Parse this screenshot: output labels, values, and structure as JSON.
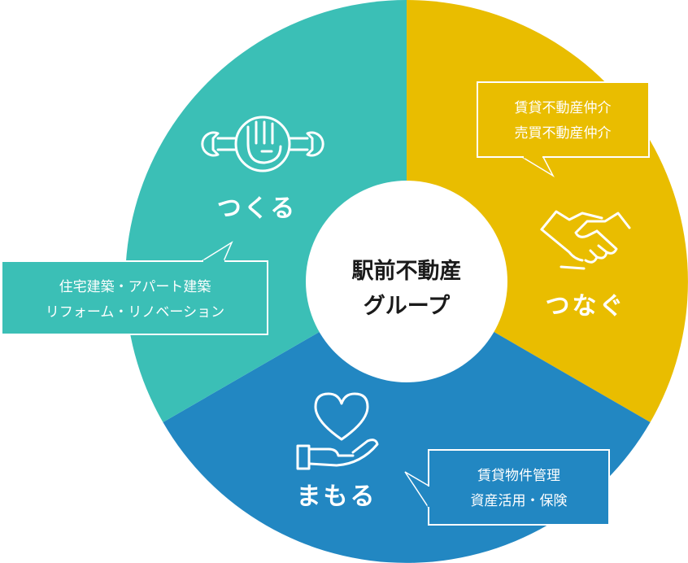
{
  "colors": {
    "tsunagu": "#e9bd00",
    "mamoru": "#2287c2",
    "tsukuru": "#3bbfb6",
    "center_bg": "#ffffff",
    "center_text": "#1a1a1a"
  },
  "center": {
    "line1": "駅前不動産",
    "line2": "グループ"
  },
  "segments": {
    "tsunagu": {
      "label": "つなぐ",
      "icon": "handshake-icon",
      "box": {
        "line1": "賃貸不動産仲介",
        "line2": "売買不動産仲介"
      }
    },
    "mamoru": {
      "label": "まもる",
      "icon": "heart-hand-icon",
      "box": {
        "line1": "賃貸物件管理",
        "line2": "資産活用・保険"
      }
    },
    "tsukuru": {
      "label": "つくる",
      "icon": "fist-wrench-icon",
      "box": {
        "line1": "住宅建築・アパート建築",
        "line2": "リフォーム・リノベーション"
      }
    }
  }
}
